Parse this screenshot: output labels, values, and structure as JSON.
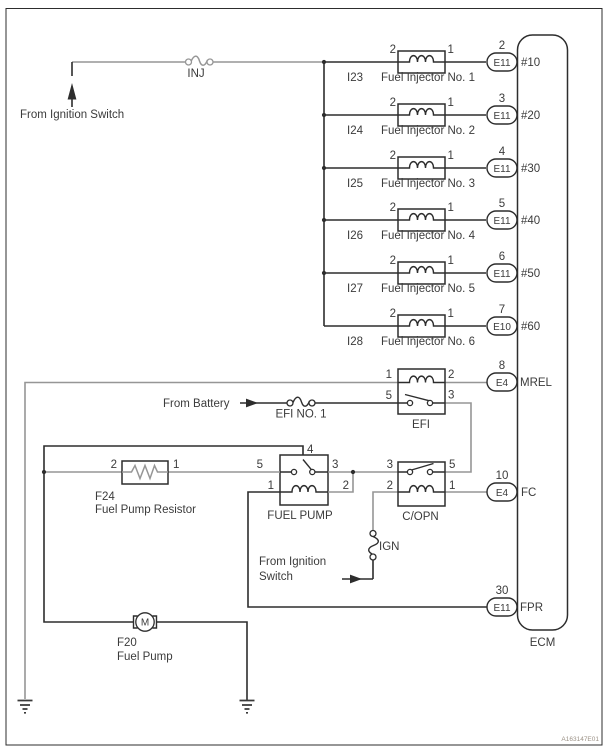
{
  "figure_code": "A163147E01",
  "power": {
    "from_ignition_switch_top": "From Ignition Switch",
    "inj_fuse": "INJ",
    "from_battery": "From Battery",
    "efi_no1_fuse": "EFI NO. 1",
    "ign_fuse": "IGN",
    "from_ignition_line1": "From Ignition",
    "from_ignition_line2": "Switch"
  },
  "injectors": [
    {
      "id": "I23",
      "name": "Fuel Injector No. 1",
      "pin_left": "2",
      "pin_right": "1",
      "ecm_pin_no": "2",
      "connector": "E11",
      "ecm_terminal": "#10"
    },
    {
      "id": "I24",
      "name": "Fuel Injector No. 2",
      "pin_left": "2",
      "pin_right": "1",
      "ecm_pin_no": "3",
      "connector": "E11",
      "ecm_terminal": "#20"
    },
    {
      "id": "I25",
      "name": "Fuel Injector No. 3",
      "pin_left": "2",
      "pin_right": "1",
      "ecm_pin_no": "4",
      "connector": "E11",
      "ecm_terminal": "#30"
    },
    {
      "id": "I26",
      "name": "Fuel Injector No. 4",
      "pin_left": "2",
      "pin_right": "1",
      "ecm_pin_no": "5",
      "connector": "E11",
      "ecm_terminal": "#40"
    },
    {
      "id": "I27",
      "name": "Fuel Injector No. 5",
      "pin_left": "2",
      "pin_right": "1",
      "ecm_pin_no": "6",
      "connector": "E11",
      "ecm_terminal": "#50"
    },
    {
      "id": "I28",
      "name": "Fuel Injector No. 6",
      "pin_left": "2",
      "pin_right": "1",
      "ecm_pin_no": "7",
      "connector": "E10",
      "ecm_terminal": "#60"
    }
  ],
  "relays": {
    "efi": {
      "label": "EFI",
      "pin_coil_left": "1",
      "pin_coil_right": "2",
      "pin_switch_left": "5",
      "pin_switch_right": "3"
    },
    "fuel_pump": {
      "label": "FUEL PUMP",
      "pin_top": "4",
      "pin_switch_left": "5",
      "pin_switch_right": "3",
      "pin_coil_left": "1",
      "pin_coil_right": "2"
    },
    "copn": {
      "label": "C/OPN",
      "pin_switch_left": "3",
      "pin_switch_right": "5",
      "pin_coil_left": "2",
      "pin_coil_right": "1"
    }
  },
  "components": {
    "resistor": {
      "id": "F24",
      "name": "Fuel Pump Resistor",
      "pin_left": "2",
      "pin_right": "1"
    },
    "fuel_pump": {
      "id": "F20",
      "name": "Fuel Pump",
      "motor": "M"
    }
  },
  "ecm": {
    "label": "ECM",
    "terminals": {
      "mrel": {
        "pin": "8",
        "connector": "E4",
        "name": "MREL"
      },
      "fc": {
        "pin": "10",
        "connector": "E4",
        "name": "FC"
      },
      "fpr": {
        "pin": "30",
        "connector": "E11",
        "name": "FPR"
      }
    }
  },
  "colors": {
    "wire_dark": "#2d2d2d",
    "wire_grey": "#969696",
    "text": "#3b3b3b",
    "background": "#ffffff"
  }
}
